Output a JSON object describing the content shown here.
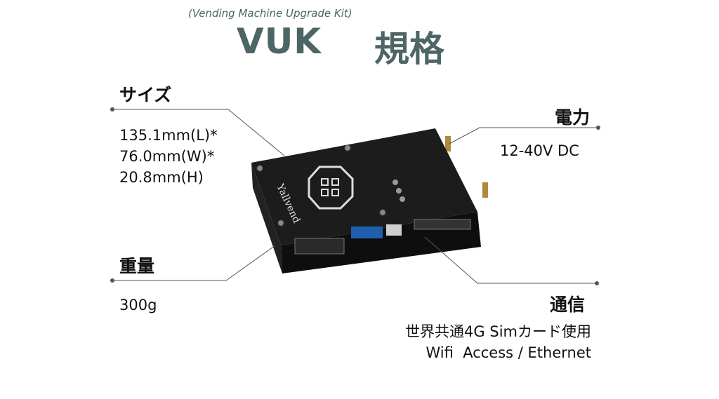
{
  "subtitle": "(Vending Machine Upgrade Kit)",
  "title": {
    "product": "VUK",
    "spec": "規格"
  },
  "device": {
    "brand": "Yallvend"
  },
  "size": {
    "label": "サイズ",
    "values": [
      "135.1mm(L)*",
      "76.0mm(W)*",
      "20.8mm(H)"
    ]
  },
  "weight": {
    "label": "重量",
    "value": "300g"
  },
  "power": {
    "label": "電力",
    "value": "12-40V DC"
  },
  "comm": {
    "label": "通信",
    "values": [
      "世界共通4G Simカード使用",
      "Wifi  Access / Ethernet"
    ]
  },
  "colors": {
    "accent": "#4e6566",
    "device_body": "#111111",
    "callout_line": "#555555"
  }
}
